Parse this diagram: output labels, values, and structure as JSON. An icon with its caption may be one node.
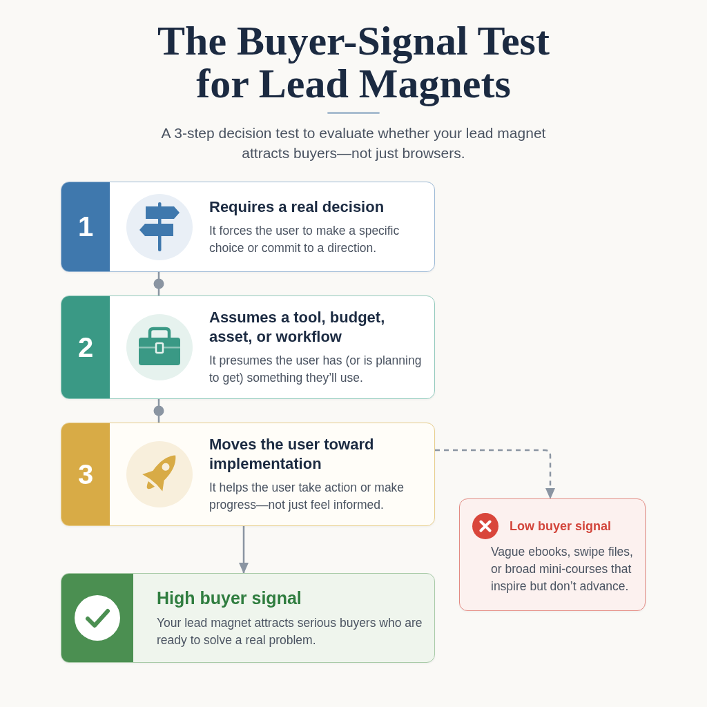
{
  "diagram": {
    "title": "The Buyer-Signal Test for Lead Magnets",
    "nodes": [
      {
        "text": [
          "1",
          "Requires a real decision",
          "It forces the user to make a specific choice or commit to a direction."
        ]
      },
      {
        "text": [
          "2",
          "Assumes a tool, budget, asset, or workflow",
          "It presumes the user has (or is planning to get) something they’ll use."
        ]
      },
      {
        "text": [
          "3",
          "Moves the user toward implementation",
          "It helps the user take action or make progress—not just feel informed."
        ]
      },
      {
        "text": [
          "High buyer signal",
          "Your lead magnet attracts serious buyers who are ready to solve a real problem."
        ]
      },
      {
        "text": [
          "Low buyer signal",
          "Vague ebooks, swipe files, or broad mini-courses that inspire but don’t advance."
        ]
      }
    ],
    "edges": [
      {
        "from": 0,
        "to": 1,
        "arrow": "none"
      },
      {
        "from": 1,
        "to": 2,
        "arrow": "none"
      },
      {
        "from": 2,
        "to": 3,
        "arrow": "to"
      },
      {
        "from": 2,
        "to": 4,
        "arrow": "to",
        "style": "dashed"
      }
    ],
    "labels": [
      "A 3-step decision test to evaluate whether your lead magnet attracts buyers—not just browsers."
    ]
  }
}
